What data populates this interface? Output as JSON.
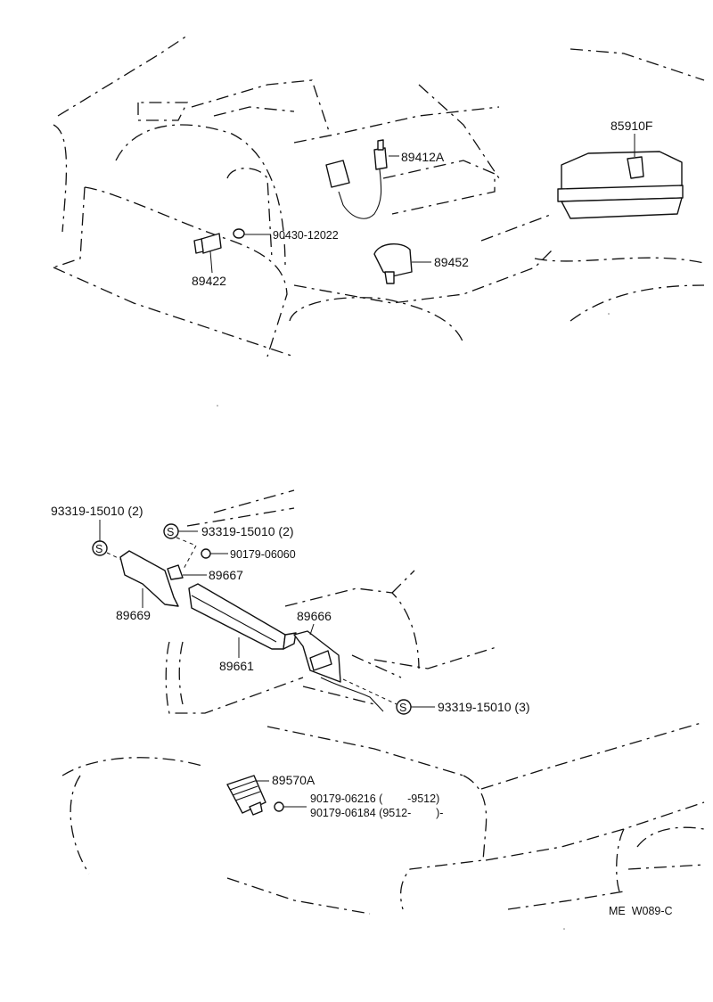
{
  "top_section": {
    "parts": [
      {
        "id": "p85910F",
        "label": "85910F"
      },
      {
        "id": "p89412A",
        "label": "89412A"
      },
      {
        "id": "p90430",
        "label": "90430-12022"
      },
      {
        "id": "p89452",
        "label": "89452"
      },
      {
        "id": "p89422",
        "label": "89422"
      }
    ]
  },
  "bottom_section": {
    "parts": [
      {
        "id": "pbolt_left",
        "label": "93319-15010 (2)"
      },
      {
        "id": "pbolt_mid",
        "label": "93319-15010 (2)"
      },
      {
        "id": "p90179_06060",
        "label": "90179-06060"
      },
      {
        "id": "p89667",
        "label": "89667"
      },
      {
        "id": "p89669",
        "label": "89669"
      },
      {
        "id": "p89666",
        "label": "89666"
      },
      {
        "id": "p89661",
        "label": "89661"
      },
      {
        "id": "pbolt_right",
        "label": "93319-15010 (3)"
      },
      {
        "id": "p89570A",
        "label": "89570A"
      },
      {
        "id": "p90179_06216",
        "label": "90179-06216 (        -9512)"
      },
      {
        "id": "p90179_06184",
        "label": "90179-06184 (9512-        )-"
      }
    ]
  },
  "symbols": {
    "bolt_mark": "S"
  },
  "footer": {
    "code": "ME  W089-C"
  }
}
